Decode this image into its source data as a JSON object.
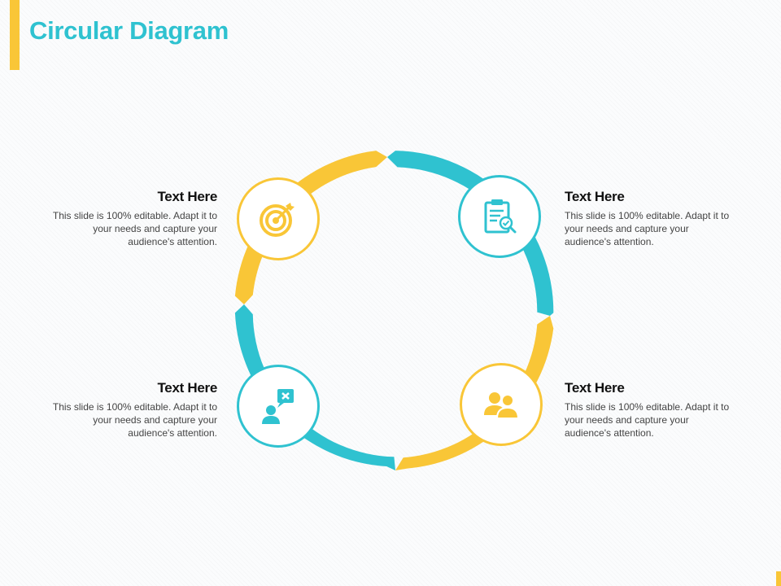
{
  "header": {
    "title": "Circular Diagram"
  },
  "colors": {
    "yellow": "#f9c637",
    "teal": "#2fc2d0",
    "title": "#2fc2d0",
    "text": "#111111",
    "body_text": "#444444"
  },
  "items": [
    {
      "heading": "Text Here",
      "body": "This slide is 100% editable. Adapt it to your needs and capture your audience's attention.",
      "icon": "target-icon",
      "color": "yellow"
    },
    {
      "heading": "Text Here",
      "body": "This slide is 100% editable. Adapt it to your needs and capture your audience's attention.",
      "icon": "clipboard-check-icon",
      "color": "teal"
    },
    {
      "heading": "Text Here",
      "body": "This slide is 100% editable. Adapt it to your needs and capture your audience's attention.",
      "icon": "person-chat-icon",
      "color": "teal"
    },
    {
      "heading": "Text Here",
      "body": "This slide is 100% editable. Adapt it to your needs and capture your audience's attention.",
      "icon": "users-icon",
      "color": "yellow"
    }
  ]
}
